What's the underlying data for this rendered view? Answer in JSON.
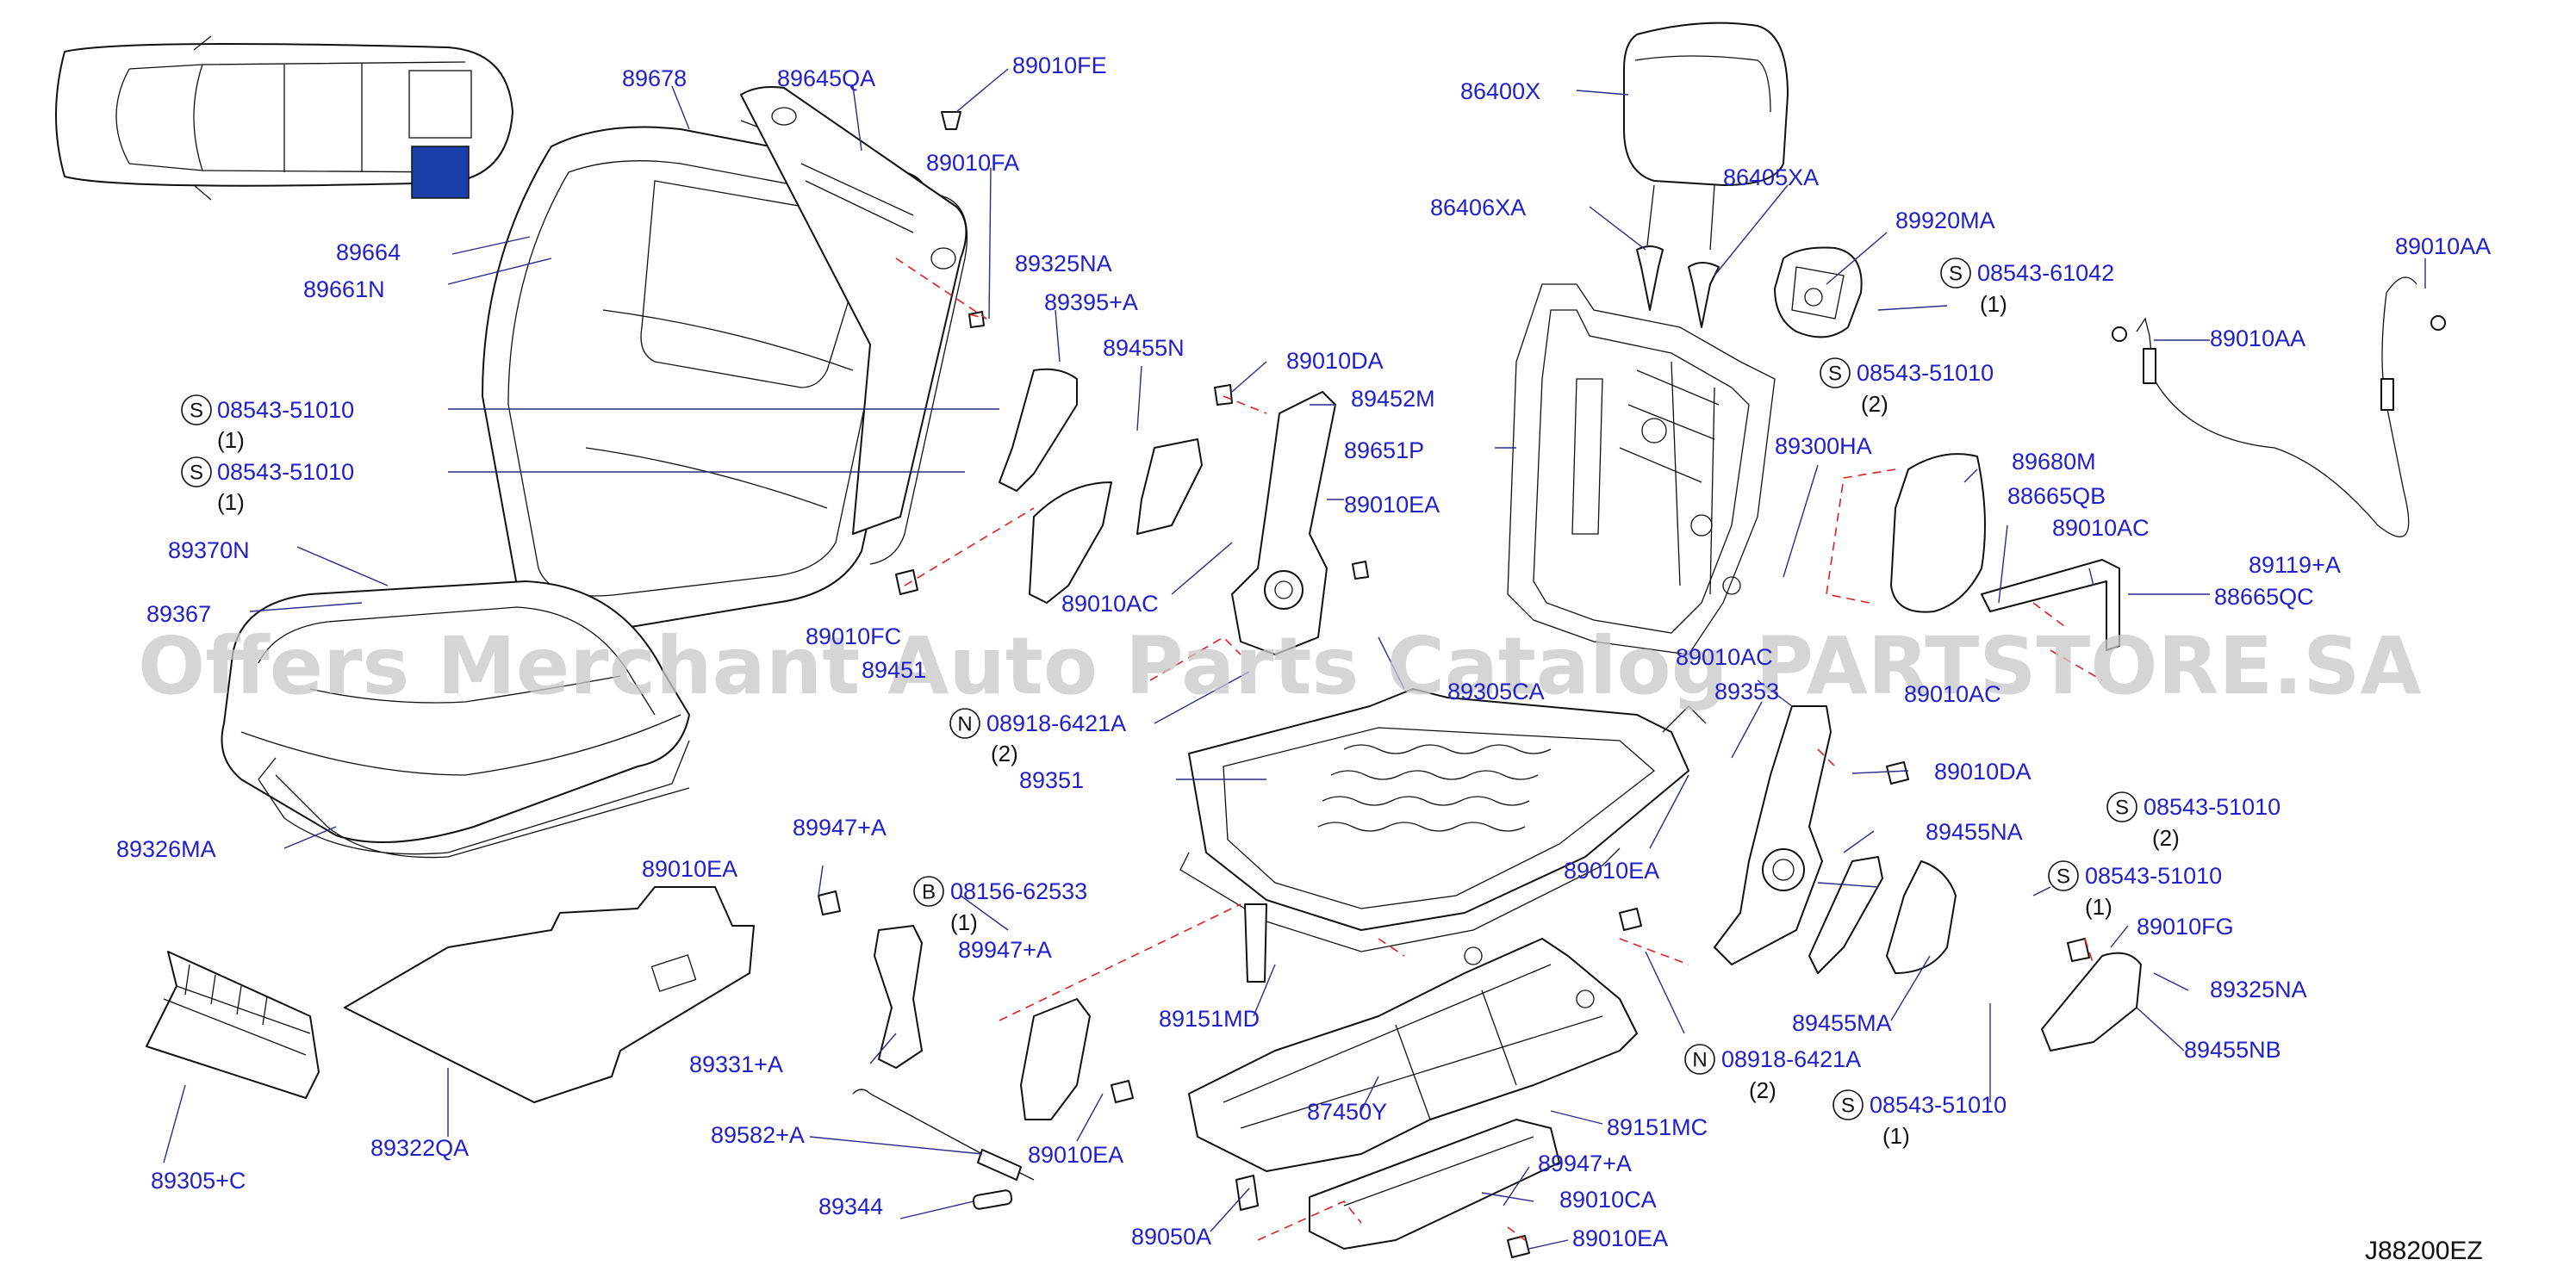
{
  "watermark": "Offers Merchant Auto Parts Catalog PARTSTORE.SA",
  "diagram_code": "J88200EZ",
  "colors": {
    "label": "#1f1fcc",
    "dashed_leader": "#e02020",
    "highlight": "#1a3fa8"
  },
  "labels": {
    "p89678": "89678",
    "p89645QA": "89645QA",
    "p89010FE": "89010FE",
    "p89010FA": "89010FA",
    "p86400X": "86400X",
    "p86405XA": "86405XA",
    "p86406XA": "86406XA",
    "p89920MA": "89920MA",
    "p89010AA_a": "89010AA",
    "p89010AA_b": "89010AA",
    "p89664": "89664",
    "p89661N": "89661N",
    "p89325NA_a": "89325NA",
    "p89395A": "89395+A",
    "p89455N": "89455N",
    "p89010DA_a": "89010DA",
    "p89452M": "89452M",
    "p89651P": "89651P",
    "p89300HA": "89300HA",
    "p89680M": "89680M",
    "p88665QB": "88665QB",
    "p89010AC_a": "89010AC",
    "p89119A": "89119+A",
    "p89010EA_a": "89010EA",
    "p89370N": "89370N",
    "p89367": "89367",
    "p89010AC_b": "89010AC",
    "p89010FC": "89010FC",
    "p89451": "89451",
    "p89305CA": "89305CA",
    "p89010AC_c": "89010AC",
    "p89010AC_d": "89010AC",
    "p88665QC": "88665QC",
    "p89353": "89353",
    "p89351": "89351",
    "p89010DA_b": "89010DA",
    "p89326MA": "89326MA",
    "p89947A_a": "89947+A",
    "p89010EA_b": "89010EA",
    "p89455NA": "89455NA",
    "p89010EA_c": "89010EA",
    "p89947A_b": "89947+A",
    "p89010FG": "89010FG",
    "p89325NA_b": "89325NA",
    "p89151MD": "89151MD",
    "p89455MA": "89455MA",
    "p89455NB": "89455NB",
    "p89331A": "89331+A",
    "p87450Y": "87450Y",
    "p89322QA": "89322QA",
    "p89582A": "89582+A",
    "p89010EA_d": "89010EA",
    "p89151MC": "89151MC",
    "p89305C": "89305+C",
    "p89344": "89344",
    "p89947A_c": "89947+A",
    "p89010CA": "89010CA",
    "p89050A": "89050A",
    "p89010EA_e": "89010EA"
  },
  "fasteners": {
    "s1": {
      "badge": "S",
      "part": "08543-51010",
      "qty": "(1)"
    },
    "s2": {
      "badge": "S",
      "part": "08543-51010",
      "qty": "(1)"
    },
    "s3": {
      "badge": "S",
      "part": "08543-61042",
      "qty": "(1)"
    },
    "s4": {
      "badge": "S",
      "part": "08543-51010",
      "qty": "(2)"
    },
    "n1": {
      "badge": "N",
      "part": "08918-6421A",
      "qty": "(2)"
    },
    "s5": {
      "badge": "S",
      "part": "08543-51010",
      "qty": "(2)"
    },
    "s6": {
      "badge": "S",
      "part": "08543-51010",
      "qty": "(1)"
    },
    "b1": {
      "badge": "B",
      "part": "08156-62533",
      "qty": "(1)"
    },
    "n2": {
      "badge": "N",
      "part": "08918-6421A",
      "qty": "(2)"
    },
    "s7": {
      "badge": "S",
      "part": "08543-51010",
      "qty": "(1)"
    }
  }
}
